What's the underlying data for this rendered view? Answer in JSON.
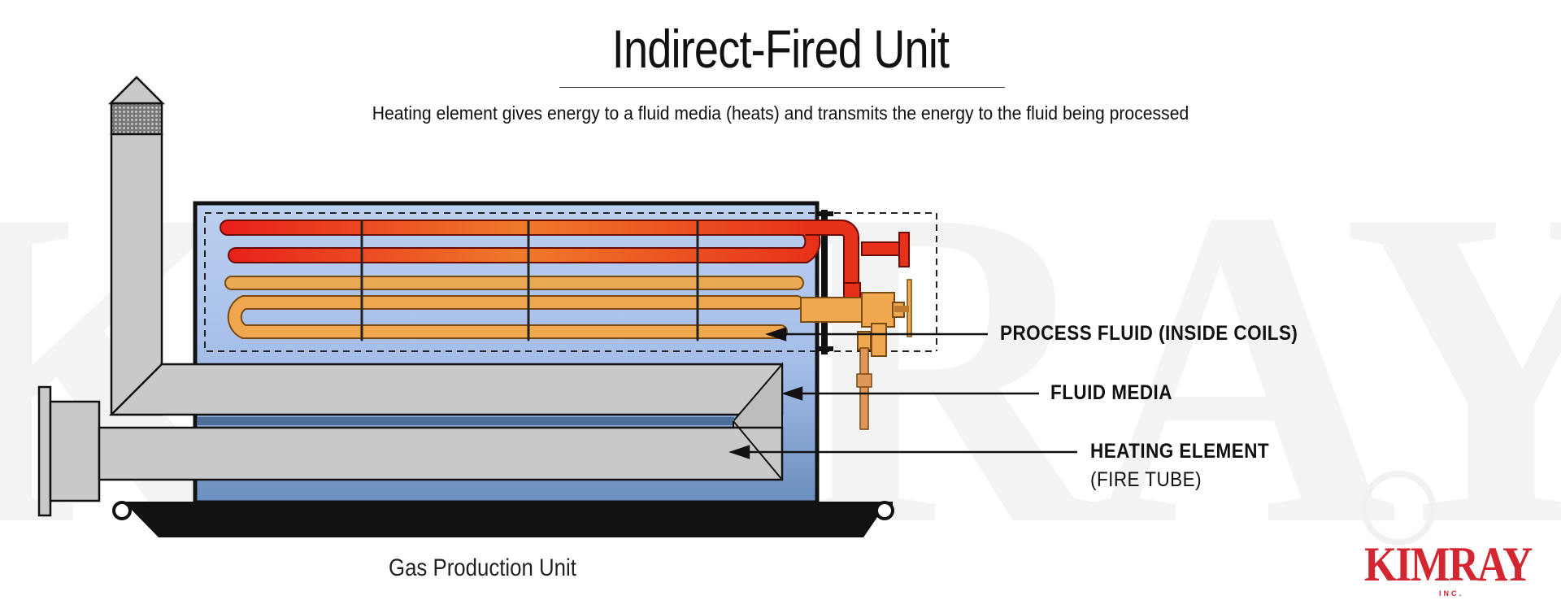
{
  "header": {
    "title": "Indirect-Fired Unit",
    "subtitle": "Heating element gives energy to a fluid media (heats) and transmits the energy to the fluid being processed"
  },
  "callouts": [
    {
      "label": "PROCESS FLUID (INSIDE COILS)"
    },
    {
      "label": "FLUID MEDIA"
    },
    {
      "label": "HEATING ELEMENT",
      "sublabel": "(FIRE TUBE)"
    }
  ],
  "caption": "Gas Production Unit",
  "brand": {
    "name": "KIMRAY",
    "sub": "INC.",
    "color": "#d22630"
  },
  "colors": {
    "hot_coil": "#e8311a",
    "warm_coil": "#e8a54a",
    "fluid_media": "#a9bfe6",
    "fire_tube": "#c9c9cc",
    "base": "#111111"
  }
}
